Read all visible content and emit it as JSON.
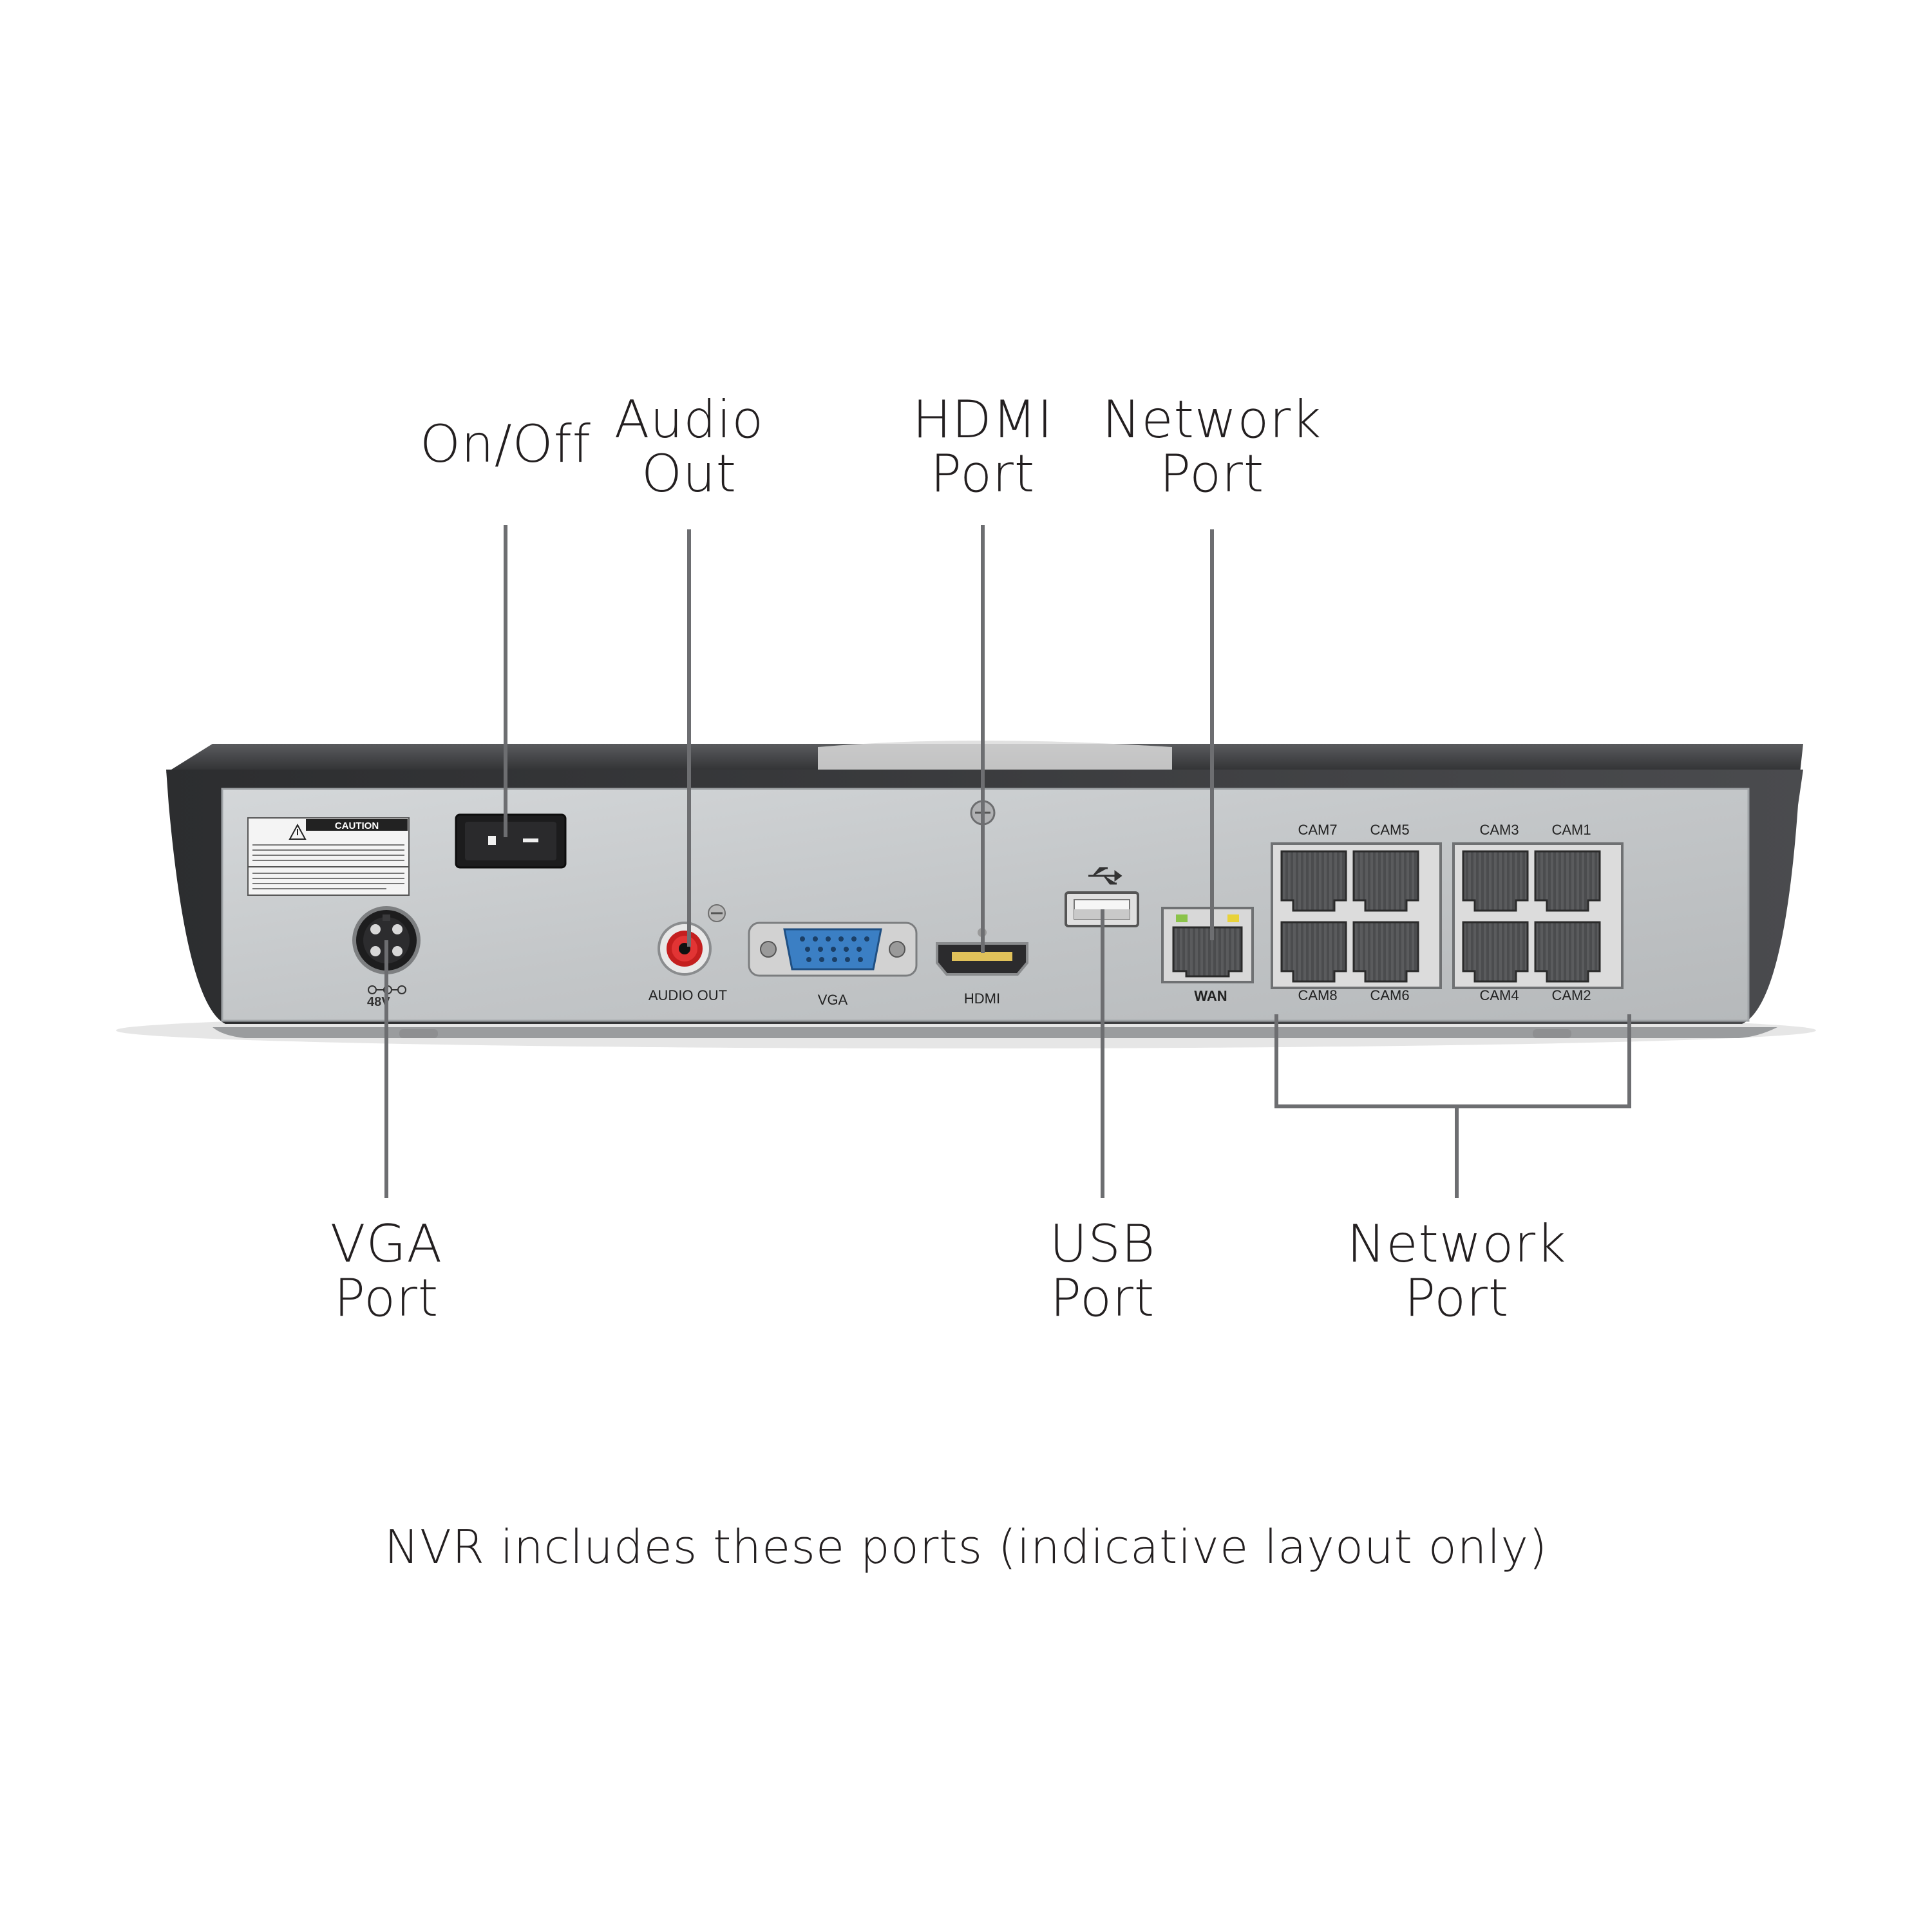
{
  "callouts": {
    "on_off": [
      "On/Off"
    ],
    "audio_out": [
      "Audio",
      "Out"
    ],
    "hdmi_port": [
      "HDMI",
      "Port"
    ],
    "network_port_top": [
      "Network",
      "Port"
    ],
    "vga_port": [
      "VGA",
      "Port"
    ],
    "usb_port": [
      "USB",
      "Port"
    ],
    "network_port_bottom": [
      "Network",
      "Port"
    ]
  },
  "caption": "NVR includes these ports (indicative layout only)",
  "panel_labels": {
    "caution": "CAUTION",
    "audio_out": "AUDIO OUT",
    "vga": "VGA",
    "hdmi": "HDMI",
    "wan": "WAN",
    "power_voltage": "48V",
    "cam_top": [
      "CAM7",
      "CAM5",
      "CAM3",
      "CAM1"
    ],
    "cam_bottom": [
      "CAM8",
      "CAM6",
      "CAM4",
      "CAM2"
    ]
  },
  "colors": {
    "text": "#231f20",
    "leader_line": "#6d6e71",
    "chassis_dark": "#3a3b3d",
    "panel_metal": "#c9ccce",
    "vga_blue": "#3b7fc4",
    "audio_red": "#d42a2a",
    "led_green": "#8bc34a",
    "led_yellow": "#e8d23a"
  },
  "icons": [
    "caution-triangle-icon",
    "usb-symbol-icon",
    "ground-screw-icon"
  ]
}
